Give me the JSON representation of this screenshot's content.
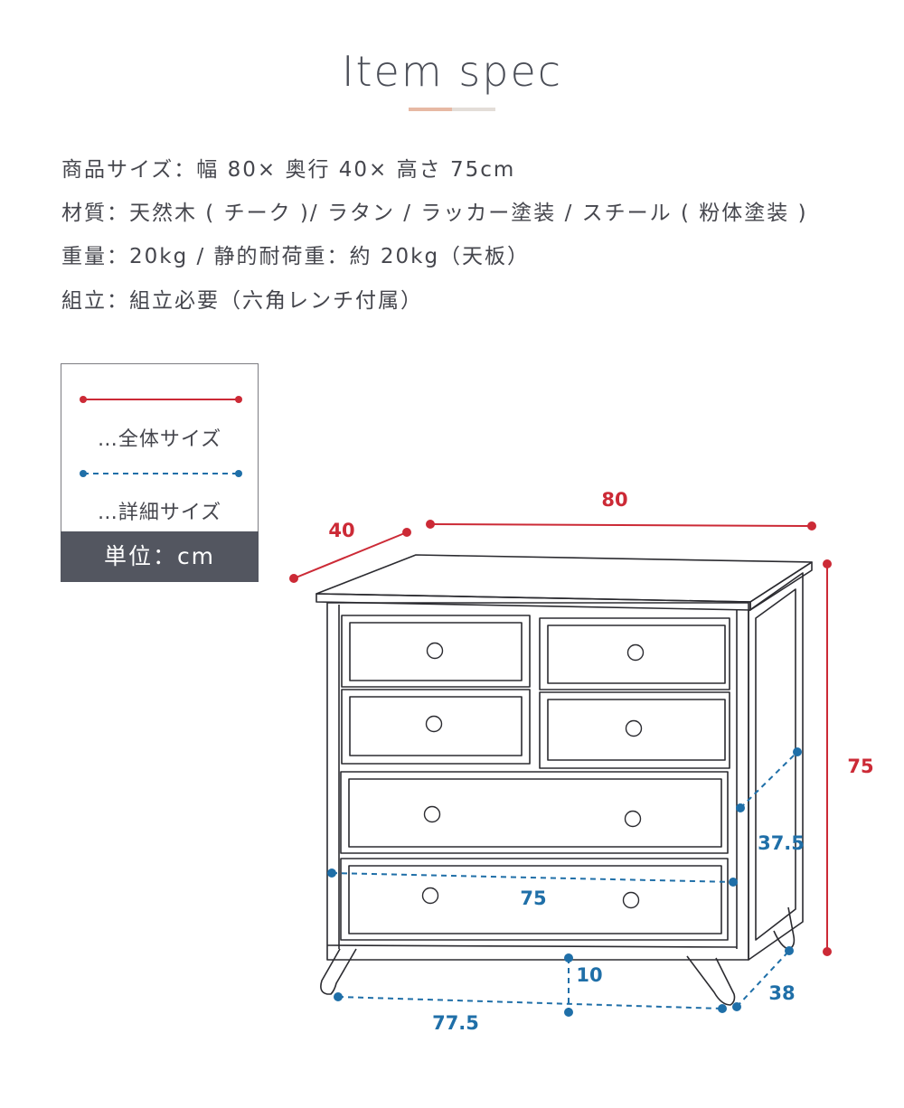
{
  "title": "Item spec",
  "specs": [
    "商品サイズ：幅 80× 奥行 40× 高さ 75cm",
    "材質：天然木 ( チーク )/ ラタン / ラッカー塗装 / スチール ( 粉体塗装 )",
    "重量：20kg / 静的耐荷重：約 20kg（天板）",
    "組立：組立必要（六角レンチ付属）"
  ],
  "legend": {
    "overall_label": "…全体サイズ",
    "detail_label": "…詳細サイズ",
    "unit_label": "単位：cm"
  },
  "colors": {
    "overall": "#cc2a36",
    "detail": "#1f6fa8",
    "unit_bg": "#535660"
  },
  "dimensions": {
    "width": "80",
    "depth": "40",
    "height": "75",
    "inner_height": "37.5",
    "inner_width": "75",
    "leg_height": "10",
    "foot_width": "77.5",
    "foot_depth": "38"
  }
}
